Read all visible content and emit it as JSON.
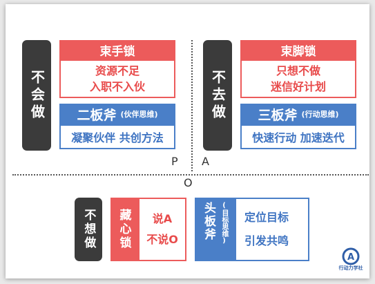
{
  "quadrants": {
    "top_left": {
      "side_label": "不会做",
      "red_title": "束手锁",
      "red_lines": [
        "资源不足",
        "入职不入伙"
      ],
      "blue_title": "二板斧",
      "blue_title_note": "(伙伴思维)",
      "blue_body": "凝聚伙伴 共创方法"
    },
    "top_right": {
      "side_label": "不去做",
      "red_title": "束脚锁",
      "red_lines": [
        "只想不做",
        "迷信好计划"
      ],
      "blue_title": "三板斧",
      "blue_title_note": "(行动思维)",
      "blue_body": "快速行动 加速迭代"
    }
  },
  "axis": {
    "left_letter": "P",
    "right_letter": "A",
    "bottom_letter": "O"
  },
  "bottom": {
    "side_label": "不想做",
    "red_tile": "藏心锁",
    "red_lines": [
      "说A",
      "不说O"
    ],
    "blue_tile": "头板斧",
    "blue_tile_note": "(目标思维)",
    "blue_lines": [
      "定位目标",
      "引发共鸣"
    ]
  },
  "logo": {
    "text": "行动力学社",
    "letter": "A"
  },
  "colors": {
    "red": "#ec5b5b",
    "blue": "#4a7fc8",
    "dark": "#3b3b3b"
  }
}
